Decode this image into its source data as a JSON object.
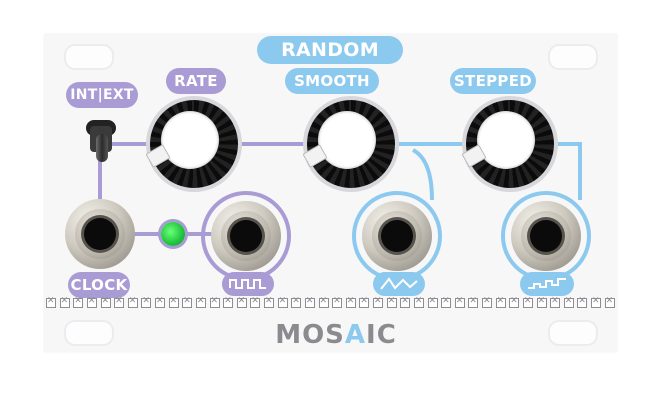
{
  "module": {
    "title": "RANDOM",
    "logo": "MOSAIC",
    "logo_accent_letter": "A"
  },
  "labels": {
    "int_ext": "INT|EXT",
    "rate": "RATE",
    "smooth": "SMOOTH",
    "stepped": "STEPPED",
    "clock": "CLOCK"
  },
  "output_icons": [
    "square-wave-icon",
    "triangle-wave-icon",
    "stepped-wave-icon"
  ],
  "led": {
    "color": "#24c840",
    "state": "on"
  },
  "colors": {
    "purple": "#a99bd4",
    "blue": "#8cc9ee",
    "panel": "#f7f7f8",
    "logo_gray": "#8a8a8f"
  }
}
